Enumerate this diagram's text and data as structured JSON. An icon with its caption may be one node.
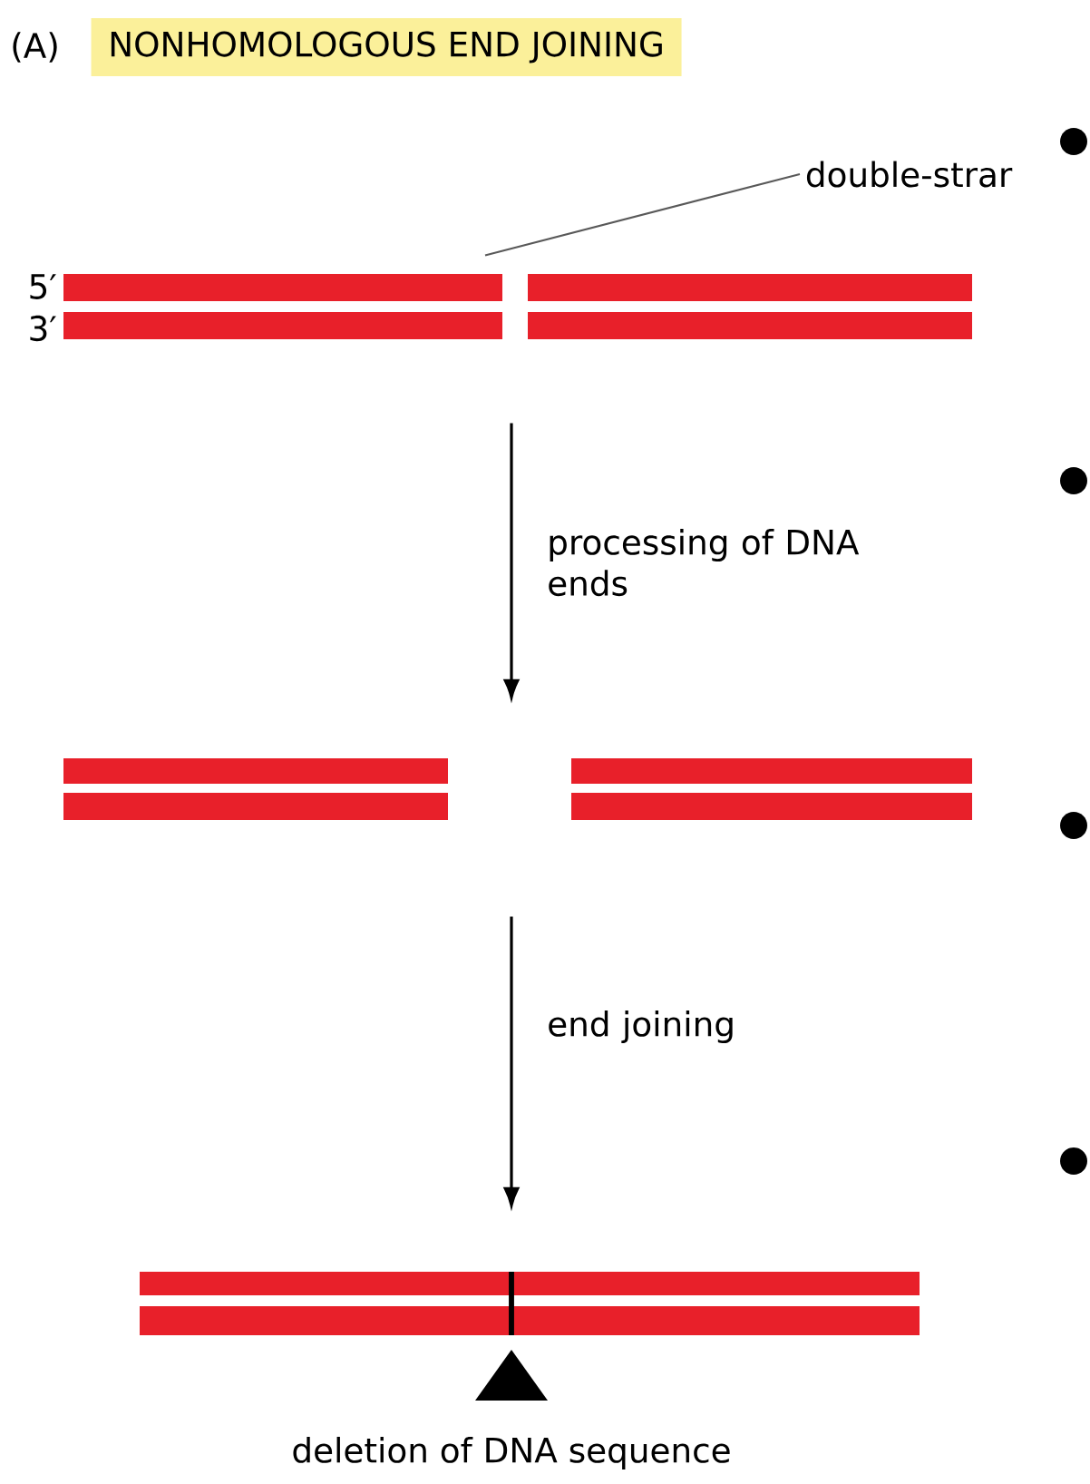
{
  "diagram": {
    "title": "NONHOMOLOGOUS END JOINING",
    "nodes": [
      {
        "text": [
          "double-strar"
        ]
      },
      {
        "text": [],
        "shape": "picture"
      },
      {
        "text": [],
        "shape": "picture"
      },
      {
        "text": [],
        "shape": "picture"
      }
    ],
    "edges": [
      {
        "from": 0,
        "to": 1,
        "arrow": "none"
      },
      {
        "from": 1,
        "to": 2,
        "arrow": "to",
        "label": "processing of DNA ends"
      },
      {
        "from": 2,
        "to": 3,
        "arrow": "to",
        "label": "end joining"
      }
    ],
    "labels": [
      "(A)",
      "5′",
      "3′",
      "deletion of DNA sequence"
    ]
  }
}
